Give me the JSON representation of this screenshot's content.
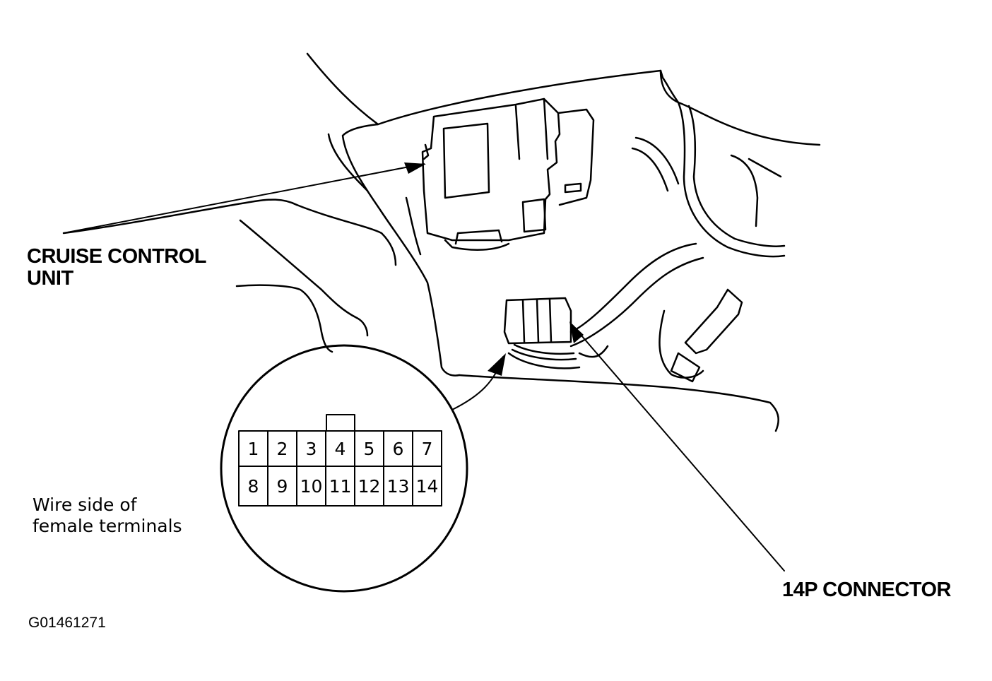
{
  "labels": {
    "cruise_control_unit": [
      "CRUISE CONTROL",
      "UNIT"
    ],
    "wire_side": [
      "Wire side of",
      "female terminals"
    ],
    "connector_14p": "14P CONNECTOR",
    "figure_id": "G01461271"
  },
  "connector_pins": {
    "top_row": [
      "1",
      "2",
      "3",
      "4",
      "5",
      "6",
      "7"
    ],
    "bottom_row": [
      "8",
      "9",
      "10",
      "11",
      "12",
      "13",
      "14"
    ]
  }
}
